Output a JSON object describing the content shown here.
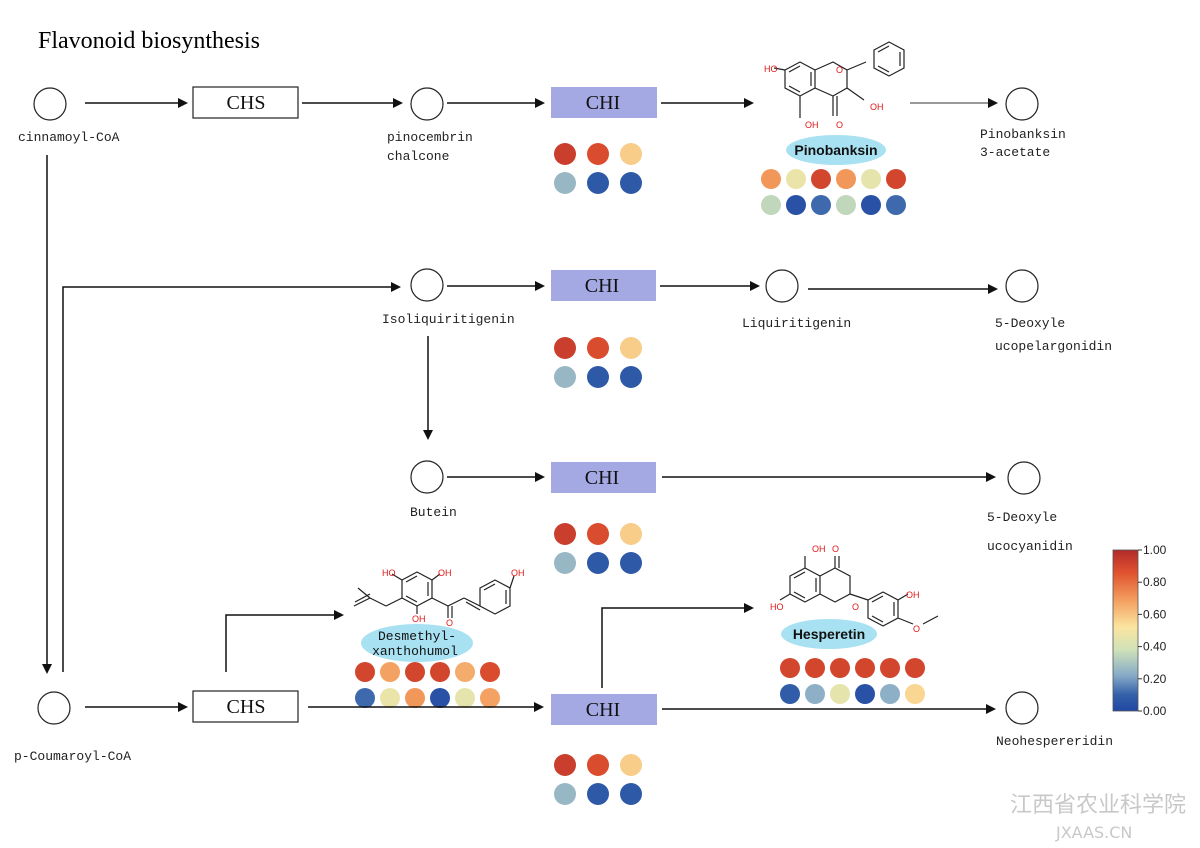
{
  "title": "Flavonoid biosynthesis",
  "nodes": {
    "cinnamoyl": "cinnamoyl-CoA",
    "pinocembrin_1": "pinocembrin",
    "pinocembrin_2": "chalcone",
    "pinobanksin3_1": "Pinobanksin",
    "pinobanksin3_2": "3-acetate",
    "isoliquiritigenin": "Isoliquiritigenin",
    "liquiritigenin": "Liquiritigenin",
    "deoxy_pel_1": "5-Deoxyle",
    "deoxy_pel_2": "ucopelargonidin",
    "butein": "Butein",
    "deoxy_cya_1": "5-Deoxyle",
    "deoxy_cya_2": "ucocyanidin",
    "coumaroyl": "p-Coumaroyl-CoA",
    "neohesperidin": "Neohespereridin"
  },
  "enzymes": {
    "chs_top": "CHS",
    "chs_bottom": "CHS",
    "chi_1": "CHI",
    "chi_2": "CHI",
    "chi_3": "CHI",
    "chi_4": "CHI"
  },
  "compounds": {
    "pinobanksin": "Pinobanksin",
    "desmethyl_1": "Desmethyl-",
    "desmethyl_2": "xanthohumol",
    "hesperetin": "Hesperetin"
  },
  "chem_labels": {
    "pb_ho1": "HO",
    "pb_o": "O",
    "pb_oh": "OH",
    "pb_oh2": "OH",
    "pb_o2": "O",
    "dx_ho1": "HO",
    "dx_oh1": "OH",
    "dx_oh2": "OH",
    "dx_oh3": "OH",
    "dx_o": "O",
    "hs_oh1": "OH",
    "hs_o1": "O",
    "hs_ho": "HO",
    "hs_o2": "O",
    "hs_oh2": "OH",
    "hs_o3": "O"
  },
  "heatmap_values": {
    "chi": [
      [
        0.93,
        0.88,
        0.62
      ],
      [
        0.32,
        0.1,
        0.1
      ]
    ],
    "pinobanksin": [
      [
        0.72,
        0.52,
        0.9,
        0.72,
        0.5,
        0.9
      ],
      [
        0.4,
        0.06,
        0.16,
        0.4,
        0.06,
        0.16
      ]
    ],
    "desmethyl": [
      [
        0.9,
        0.7,
        0.9,
        0.9,
        0.68,
        0.88
      ],
      [
        0.16,
        0.52,
        0.72,
        0.06,
        0.5,
        0.7
      ]
    ],
    "hesperetin": [
      [
        0.9,
        0.9,
        0.9,
        0.9,
        0.9,
        0.9
      ],
      [
        0.12,
        0.3,
        0.5,
        0.06,
        0.3,
        0.6
      ]
    ]
  },
  "colorbar": {
    "ticks": [
      "1.00",
      "0.80",
      "0.60",
      "0.40",
      "0.20",
      "0.00"
    ],
    "colors": [
      "#b22a2a",
      "#e0522f",
      "#f29a5c",
      "#fbe5a0",
      "#cfe2b8",
      "#86aac8",
      "#3460a8",
      "#2148a4"
    ]
  },
  "watermark": {
    "line1": "江西省农业科学院",
    "line2": "JXAAS.CN"
  }
}
